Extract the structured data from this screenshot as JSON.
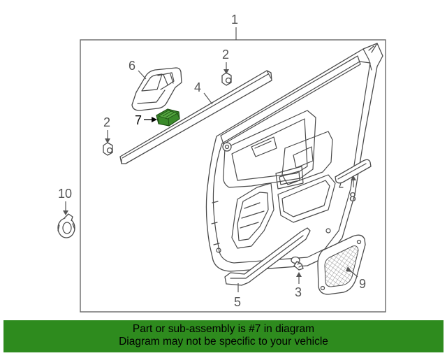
{
  "diagram": {
    "callouts": {
      "c1": "1",
      "c2a": "2",
      "c2b": "2",
      "c3": "3",
      "c4": "4",
      "c5": "5",
      "c6": "6",
      "c7": "7",
      "c8": "8",
      "c9": "9",
      "c10": "10"
    },
    "highlighted_part": "7",
    "highlight_color": "#3a8a2a"
  },
  "banner": {
    "line1": "Part or sub-assembly is #7 in diagram",
    "line2": "Diagram may not be specific to your vehicle",
    "background": "#2e8b1e"
  }
}
